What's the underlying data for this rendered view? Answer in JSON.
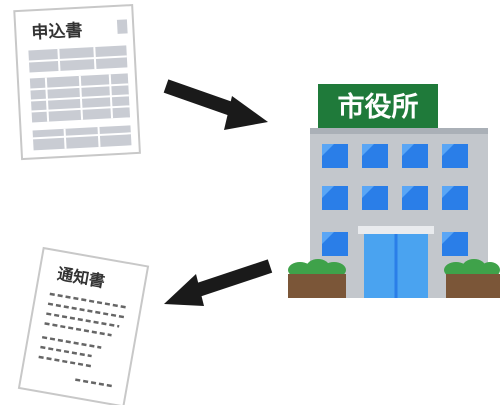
{
  "application_form": {
    "title": "申込書"
  },
  "city_hall": {
    "sign": "市役所"
  },
  "notice": {
    "title": "通知書"
  },
  "colors": {
    "paper": "#ffffff",
    "paper_border": "#c8c8c8",
    "form_table": "#c9ccd3",
    "form_table_dark": "#b9bdc5",
    "arrow": "#1a1a1a",
    "sign_bg": "#1f7a3a",
    "building": "#c3c7cc",
    "building_shadow": "#aab0b7",
    "window": "#2a7ee8",
    "window_light": "#5aa6f5",
    "door": "#4aa3f0",
    "bush": "#3fa24a",
    "planter": "#7b5638",
    "text_dashes": "#666666"
  }
}
